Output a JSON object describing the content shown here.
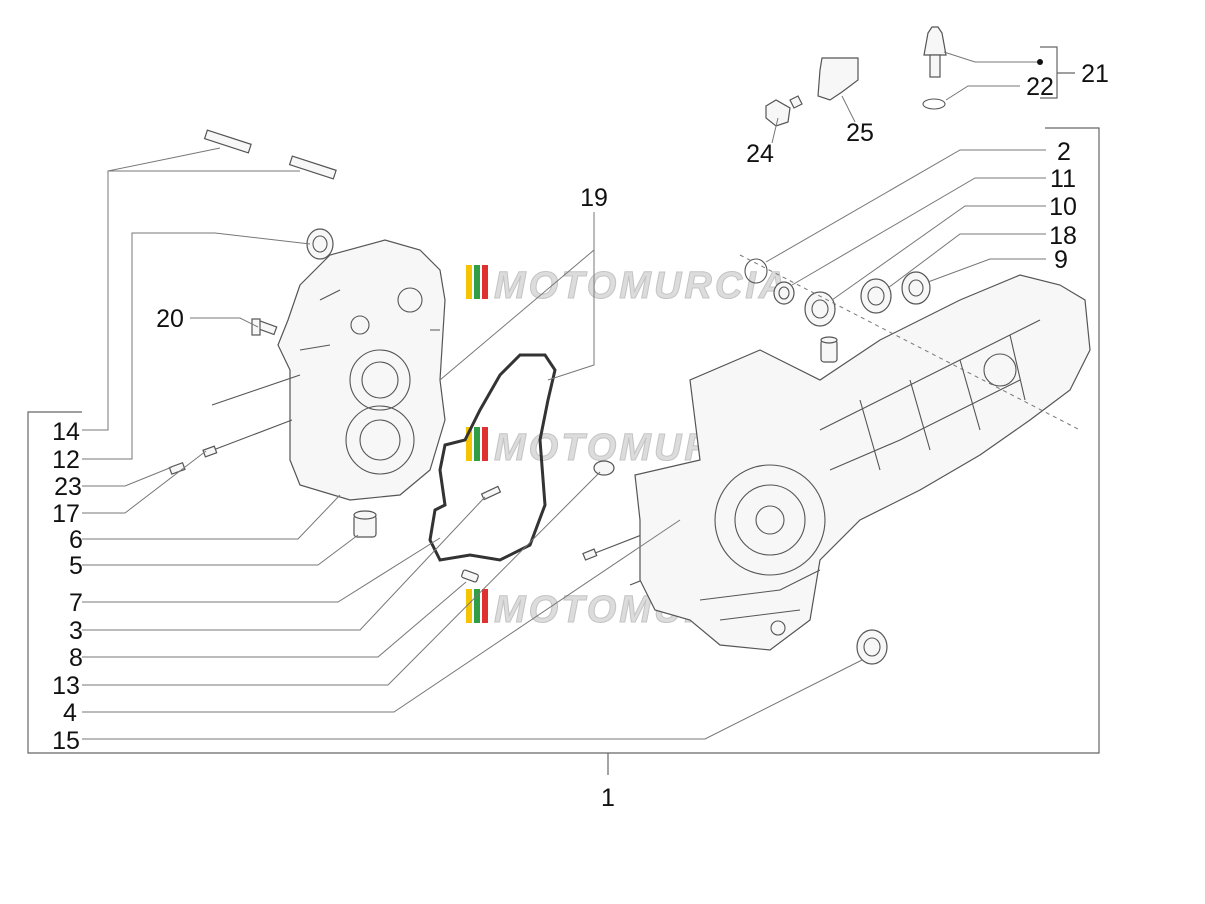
{
  "watermark": "MOTOMURCIA",
  "brand_colors": {
    "stripe_1": "#f5c400",
    "stripe_2": "#2f9e44",
    "stripe_3": "#e03131"
  },
  "labels": {
    "l1": "1",
    "l2": "2",
    "l3": "3",
    "l4": "4",
    "l5": "5",
    "l6": "6",
    "l7": "7",
    "l8": "8",
    "l9": "9",
    "l10": "10",
    "l11": "11",
    "l12": "12",
    "l13": "13",
    "l14": "14",
    "l15": "15",
    "l17": "17",
    "l18": "18",
    "l19": "19",
    "l20": "20",
    "l21": "21",
    "l22": "22",
    "l23": "23",
    "l24": "24",
    "l25": "25"
  }
}
